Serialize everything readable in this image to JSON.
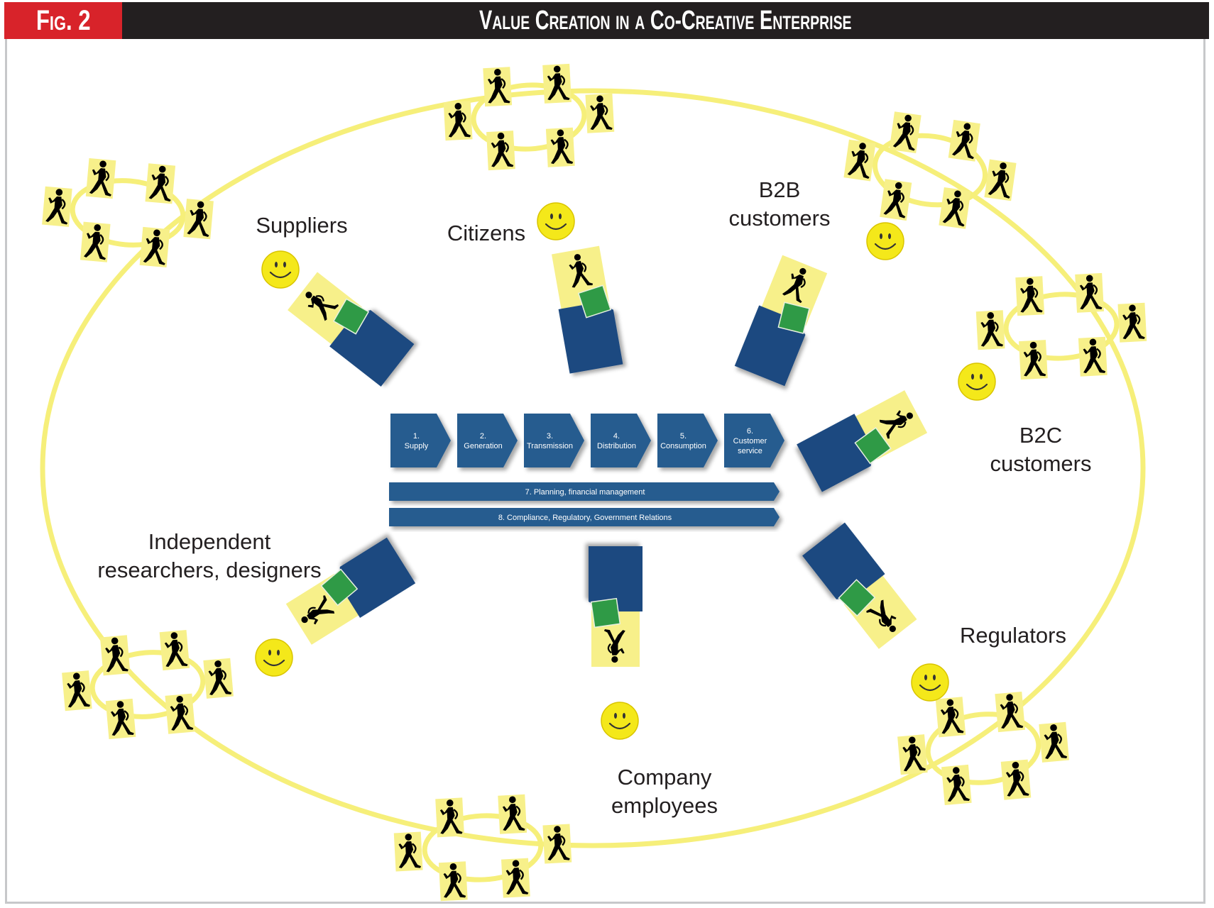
{
  "header": {
    "fig_label": "Fig. 2",
    "title": "Value Creation in a Co-Creative Enterprise"
  },
  "colors": {
    "header_red": "#d8232a",
    "header_dark": "#231f20",
    "ring_yellow": "#f6ef7a",
    "card_yellow": "#f7f08a",
    "block_blue": "#1b4a80",
    "chevron_blue": "#285c8f",
    "square_green": "#2f9a46",
    "smiley_yellow": "#f4e81a"
  },
  "stakeholders": [
    {
      "id": "suppliers",
      "label_lines": [
        "Suppliers"
      ]
    },
    {
      "id": "citizens",
      "label_lines": [
        "Citizens"
      ]
    },
    {
      "id": "b2b",
      "label_lines": [
        "B2B",
        "customers"
      ]
    },
    {
      "id": "b2c",
      "label_lines": [
        "B2C",
        "customers"
      ]
    },
    {
      "id": "regulators",
      "label_lines": [
        "Regulators"
      ]
    },
    {
      "id": "employees",
      "label_lines": [
        "Company",
        "employees"
      ]
    },
    {
      "id": "researchers",
      "label_lines": [
        "Independent",
        "researchers, designers"
      ]
    }
  ],
  "value_chain": {
    "steps": [
      {
        "num": "1.",
        "lines": [
          "Supply"
        ]
      },
      {
        "num": "2.",
        "lines": [
          "Generation"
        ]
      },
      {
        "num": "3.",
        "lines": [
          "Transmission"
        ]
      },
      {
        "num": "4.",
        "lines": [
          "Distribution"
        ]
      },
      {
        "num": "5.",
        "lines": [
          "Consumption"
        ]
      },
      {
        "num": "6.",
        "lines": [
          "Customer",
          "service"
        ]
      }
    ],
    "bars": [
      "7. Planning, financial management",
      "8. Compliance, Regulatory, Government Relations"
    ]
  },
  "icons": {
    "person": "walking-person-icon",
    "smiley": "smiley-face-icon",
    "cluster_count": 7,
    "people_per_cluster": 6
  }
}
